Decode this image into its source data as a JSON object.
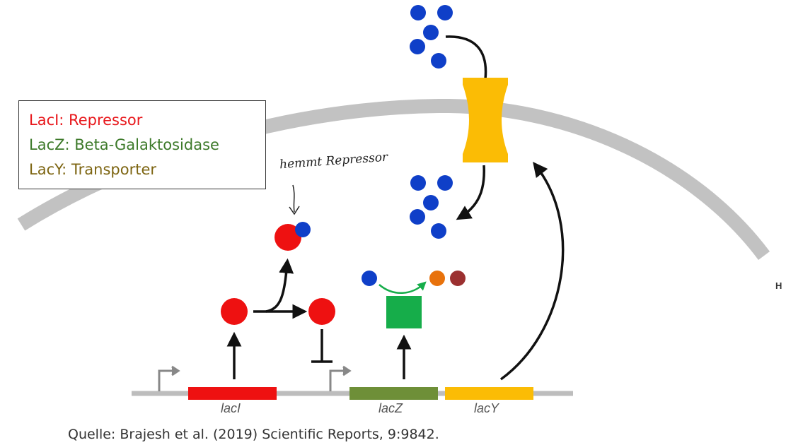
{
  "legend": {
    "items": [
      {
        "text": "LacI: Repressor",
        "color": "#e8171b"
      },
      {
        "text": "LacZ: Beta-Galaktosidase",
        "color": "#3d7a2a"
      },
      {
        "text": "LacY: Transporter",
        "color": "#7d6512"
      }
    ]
  },
  "genes": {
    "laci": "lacI",
    "lacz": "lacZ",
    "lacy": "lacY"
  },
  "handwritten_note": "hemmt Repressor",
  "side_label": "H",
  "source": "Quelle: Brajesh et al. (2019) Scientific Reports, 9:9842.",
  "colors": {
    "membrane": "#c2c2c2",
    "transporter": "#fbbc05",
    "lactose": "#0f3fc8",
    "repressor": "#ee1111",
    "lacz_enzyme": "#16ad4a",
    "gene_laci": "#ee1111",
    "gene_lacz": "#6e8f38",
    "gene_lacy": "#fbbc05",
    "dna": "#bdbdbd",
    "product_orange": "#e8720c",
    "product_brown": "#9b3030"
  },
  "icons": [
    "promoter-arrow-icon",
    "inhibition-bar-icon",
    "arrow-icon"
  ]
}
